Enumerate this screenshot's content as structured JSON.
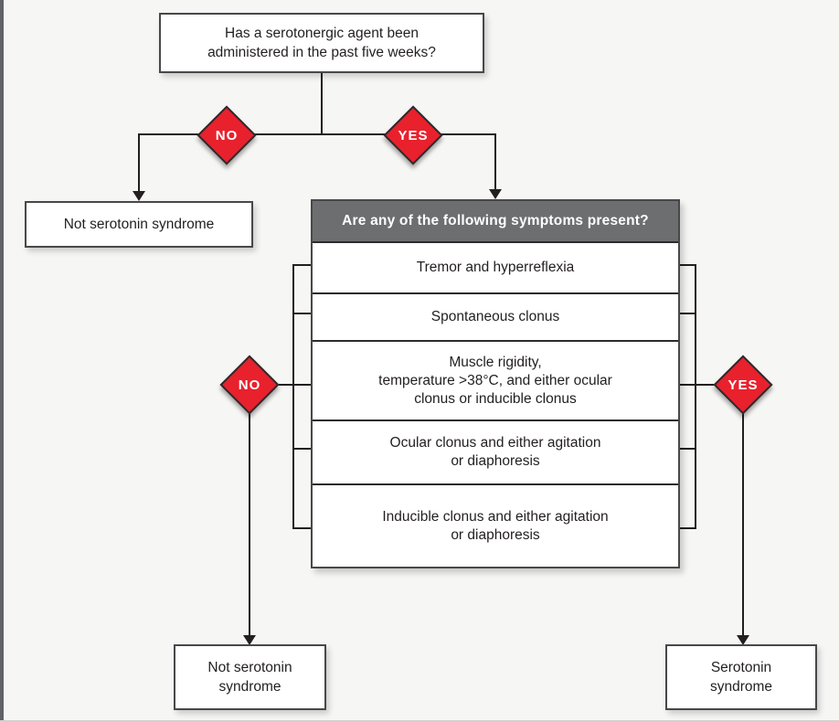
{
  "diagram": {
    "question_top": "Has a serotonergic agent been\nadministered in the past five weeks?",
    "decision_top_no": "NO",
    "decision_top_yes": "YES",
    "outcome_not_serotonin_1": "Not serotonin syndrome",
    "symptom_panel": {
      "header": "Are any of the following symptoms present?",
      "rows": [
        {
          "text": "Tremor and hyperreflexia"
        },
        {
          "text": "Spontaneous clonus"
        },
        {
          "text": "Muscle rigidity,\ntemperature >38°C, and either ocular\nclonus or inducible clonus"
        },
        {
          "text": "Ocular clonus and either agitation\nor diaphoresis"
        },
        {
          "text": "Inducible clonus and either agitation\nor diaphoresis"
        }
      ]
    },
    "decision_symptoms_no": "NO",
    "decision_symptoms_yes": "YES",
    "outcome_not_serotonin_2": "Not serotonin\nsyndrome",
    "outcome_serotonin": "Serotonin\nsyndrome",
    "colors": {
      "decision_red": "#e8212d",
      "panel_header_gray": "#6d6e70",
      "line_black": "#231f20",
      "background": "#f6f6f4"
    }
  }
}
